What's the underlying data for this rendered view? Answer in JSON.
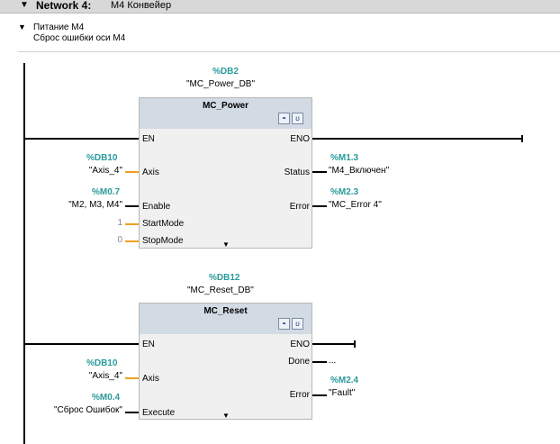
{
  "network": {
    "label": "Network 4:",
    "name": "M4 Конвейер"
  },
  "comment": {
    "line1": "Питание М4",
    "line2": "Сброс ошибки оси М4"
  },
  "block1": {
    "instance_addr": "%DB2",
    "instance_name": "\"MC_Power_DB\"",
    "title": "MC_Power",
    "inputs": {
      "en": "EN",
      "axis": "Axis",
      "enable": "Enable",
      "startmode": "StartMode",
      "stopmode": "StopMode"
    },
    "outputs": {
      "eno": "ENO",
      "status": "Status",
      "error": "Error"
    },
    "params": {
      "axis_addr": "%DB10",
      "axis_tag": "\"Axis_4\"",
      "enable_addr": "%M0.7",
      "enable_tag": "\"M2, M3, M4\"",
      "startmode_val": "1",
      "stopmode_val": "0",
      "status_addr": "%M1.3",
      "status_tag": "\"M4_Включен\"",
      "error_addr": "%M2.3",
      "error_tag": "\"MC_Error 4\""
    }
  },
  "block2": {
    "instance_addr": "%DB12",
    "instance_name": "\"MC_Reset_DB\"",
    "title": "MC_Reset",
    "inputs": {
      "en": "EN",
      "axis": "Axis",
      "execute": "Execute"
    },
    "outputs": {
      "eno": "ENO",
      "done": "Done",
      "error": "Error"
    },
    "params": {
      "axis_addr": "%DB10",
      "axis_tag": "\"Axis_4\"",
      "execute_addr": "%M0.4",
      "execute_tag": "\"Сброс Ошибок\"",
      "done_tag": "...",
      "error_addr": "%M2.4",
      "error_tag": "\"Fault\""
    }
  },
  "icons": {
    "diag": "lamp-icon",
    "help": "stethoscope-icon",
    "expand": "triangle-down-icon",
    "collapse": "triangle-down-icon"
  }
}
